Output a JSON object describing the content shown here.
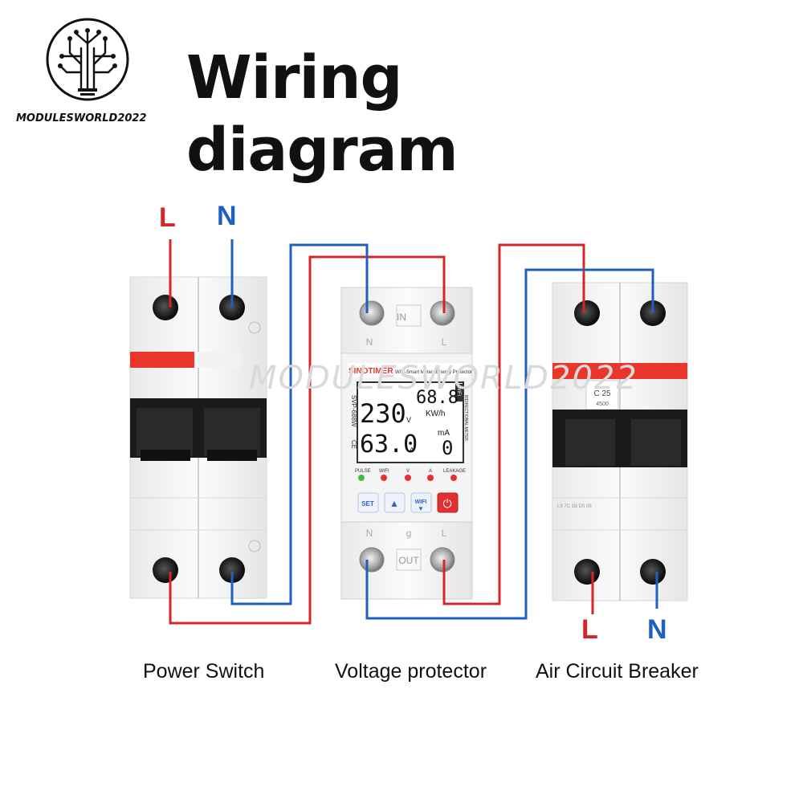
{
  "title": "Wiring diagram",
  "brand": "MODULESWORLD2022",
  "watermark": "MODULESWORLD2022",
  "colors": {
    "live": "#d6252a",
    "neutral": "#1f5fbf",
    "accent": "#e8362c"
  },
  "labels": {
    "top_left_L": "L",
    "top_left_N": "N",
    "bottom_right_L": "L",
    "bottom_right_N": "N"
  },
  "captions": {
    "power_switch": "Power Switch",
    "voltage_protector": "Voltage protector",
    "air_breaker": "Air Circuit Breaker"
  },
  "protector": {
    "brand": "SINOTIMER",
    "subtitle": "WiFi-Smart Meter&Energy Protector",
    "model": "SVP-688W",
    "ce": "CE",
    "side_text": "BIDIRECTIONAL METER",
    "wifi_badge": "WiFi",
    "in_label": "IN",
    "out_label": "OUT",
    "n_top": "N",
    "l_top": "L",
    "n_bottom": "N",
    "l_bottom": "L",
    "g_label": "g",
    "voltage": "230",
    "voltage_unit": "V",
    "current": "63.0",
    "current_unit": "A",
    "energy": "68.8",
    "energy_unit": "KW/h",
    "leakage_unit": "mA",
    "leakage": "0",
    "indicators": [
      "PULSE",
      "WIFI",
      "V",
      "A",
      "LEAKAGE"
    ],
    "buttons": {
      "set": "SET",
      "up": "▲",
      "wifi": "WIFI",
      "power": "⏻"
    }
  },
  "breaker_right": {
    "model": "C 25",
    "rating": "4500",
    "small_text": "L9 7C 1B D5 08"
  },
  "icon": "circuit-tree-icon"
}
